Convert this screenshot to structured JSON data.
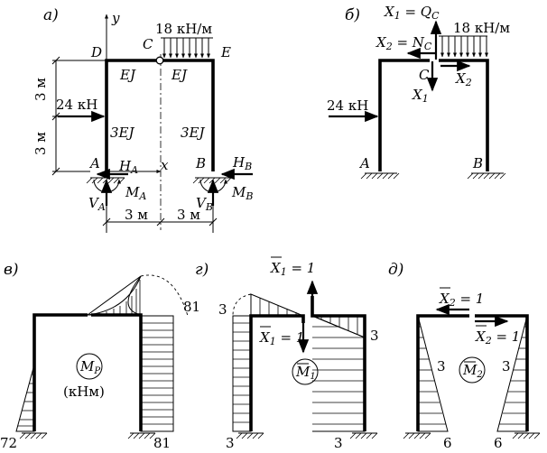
{
  "panel_a": {
    "tag": "а)",
    "axis_y": "y",
    "axis_x": "x",
    "node_d": "D",
    "node_c": "C",
    "node_e": "E",
    "node_a": "A",
    "node_b": "B",
    "load_q": "18 кН/м",
    "force_p": "24 кН",
    "beam_left": "EJ",
    "beam_right": "EJ",
    "col_left": "3EJ",
    "col_right": "3EJ",
    "dim_upper": "3 м",
    "dim_lower": "3 м",
    "dim_left": "3 м",
    "dim_right": "3 м",
    "r_ha": "H",
    "r_ha_sub": "A",
    "r_ma": "M",
    "r_ma_sub": "A",
    "r_va": "V",
    "r_va_sub": "A",
    "r_hb": "H",
    "r_hb_sub": "B",
    "r_mb": "M",
    "r_mb_sub": "B",
    "r_vb": "V",
    "r_vb_sub": "B"
  },
  "panel_b": {
    "tag": "б)",
    "x1_eq": "X",
    "x1_eq_sub": "1",
    "x1_eq_rhs": " = Q",
    "x1_eq_rhs_sub": "C",
    "x2_eq": "X",
    "x2_eq_sub": "2",
    "x2_eq_rhs": " = N",
    "x2_eq_rhs_sub": "C",
    "load_q": "18 кН/м",
    "node_c": "C",
    "x1": "X",
    "x1_sub": "1",
    "x2": "X",
    "x2_sub": "2",
    "force_p": "24 кН",
    "node_a": "A",
    "node_b": "B"
  },
  "panel_v": {
    "tag": "в)",
    "val_81_top": "81",
    "val_81_bottom": "81",
    "val_72": "72",
    "label_m": "M",
    "label_m_sub": "P",
    "units": "(кНм)"
  },
  "panel_g": {
    "tag": "г)",
    "x1_top": "X",
    "x1_top_sub": "1",
    "x1_top_rhs": " = 1",
    "x1_mid": "X",
    "x1_mid_sub": "1",
    "x1_mid_rhs": " = 1",
    "val_3_tl": "3",
    "val_3_r": "3",
    "val_3_bl": "3",
    "val_3_br": "3",
    "label_m": "M",
    "label_m_sub": "1"
  },
  "panel_d": {
    "tag": "д)",
    "x2_top": "X",
    "x2_top_sub": "2",
    "x2_top_rhs": " = 1",
    "x2_mid": "X",
    "x2_mid_sub": "2",
    "x2_mid_rhs": " = 1",
    "val_3_l": "3",
    "val_3_r": "3",
    "val_6_l": "6",
    "val_6_r": "6",
    "label_m": "M",
    "label_m_sub": "2"
  }
}
